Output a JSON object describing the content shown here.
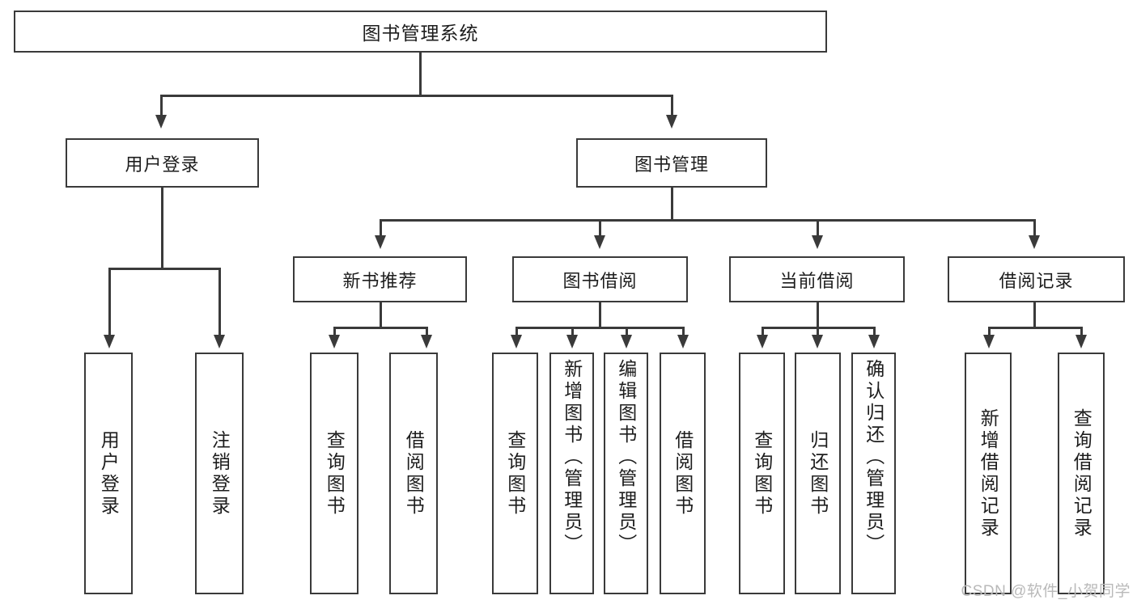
{
  "diagram": {
    "title": "图书管理系统",
    "type": "tree",
    "root": {
      "label": "图书管理系统"
    },
    "level2": [
      {
        "label": "用户登录"
      },
      {
        "label": "图书管理"
      }
    ],
    "level3": [
      {
        "label": "新书推荐"
      },
      {
        "label": "图书借阅"
      },
      {
        "label": "当前借阅"
      },
      {
        "label": "借阅记录"
      }
    ],
    "leaves": {
      "user_login": [
        {
          "label": "用户登录"
        },
        {
          "label": "注销登录"
        }
      ],
      "new_book_recommend": [
        {
          "label": "查询图书"
        },
        {
          "label": "借阅图书"
        }
      ],
      "book_borrow": [
        {
          "label": "查询图书"
        },
        {
          "label": "新增图书（管理员）"
        },
        {
          "label": "编辑图书（管理员）"
        },
        {
          "label": "借阅图书"
        }
      ],
      "current_borrow": [
        {
          "label": "查询图书"
        },
        {
          "label": "归还图书"
        },
        {
          "label": "确认归还（管理员）"
        }
      ],
      "borrow_record": [
        {
          "label": "新增借阅记录"
        },
        {
          "label": "查询借阅记录"
        }
      ]
    }
  },
  "watermark": {
    "text": "CSDN @软件_小贺同学"
  },
  "colors": {
    "stroke": "#3a3a3a",
    "background": "#ffffff",
    "text": "#1d1d1d",
    "watermark": "#b9b9b9"
  }
}
